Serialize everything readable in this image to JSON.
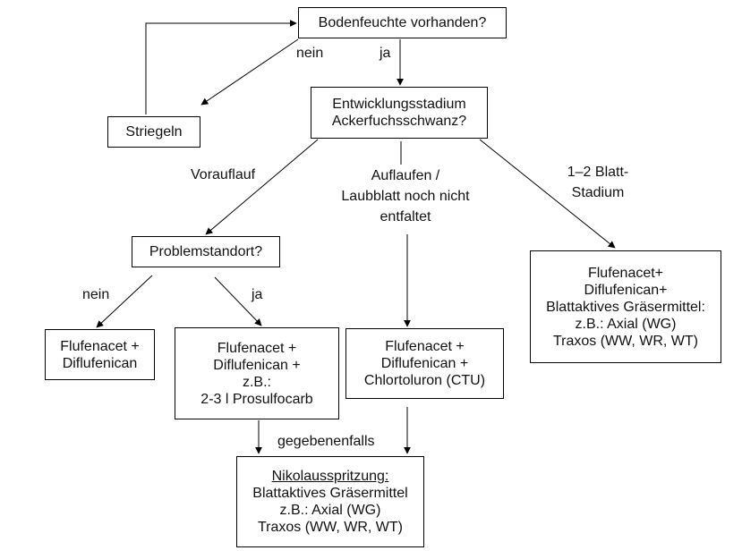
{
  "nodes": {
    "bodenfeuchte": {
      "lines": [
        "Bodenfeuchte vorhanden?"
      ]
    },
    "striegeln": {
      "lines": [
        "Striegeln"
      ]
    },
    "entwicklungsstadium": {
      "lines": [
        "Entwicklungsstadium",
        "Ackerfuchsschwanz?"
      ]
    },
    "problemstandort": {
      "lines": [
        "Problemstandort?"
      ]
    },
    "flufenacet_diflufenican": {
      "lines": [
        "Flufenacet +",
        "Diflufenican"
      ]
    },
    "prosulfocarb": {
      "lines": [
        "Flufenacet +",
        "Diflufenican +",
        "z.B.:",
        "2-3 l Prosulfocarb"
      ]
    },
    "chlortoluron": {
      "lines": [
        "Flufenacet +",
        "Diflufenican +",
        "Chlortoluron (CTU)"
      ]
    },
    "blattstadium": {
      "lines": [
        "Flufenacet+",
        "Diflufenican+",
        "Blattaktives Gräsermittel:",
        "z.B.: Axial (WG)",
        "Traxos (WW, WR, WT)"
      ]
    },
    "nikolausspritzung": {
      "heading": "Nikolausspritzung:",
      "lines": [
        "Blattaktives Gräsermittel",
        "z.B.: Axial (WG)",
        "Traxos (WW, WR, WT)"
      ]
    }
  },
  "edge_labels": {
    "nein_top": "nein",
    "ja_top": "ja",
    "vorauflauf": [
      "Vorauflauf"
    ],
    "auflaufen": [
      "Auflaufen /",
      "Laubblatt noch nicht",
      "entfaltet"
    ],
    "blatt_stadium": [
      "1–2 Blatt-",
      "Stadium"
    ],
    "nein_problem": "nein",
    "ja_problem": "ja",
    "gegebenenfalls": "gegebenenfalls"
  },
  "colors": {
    "line": "#000000",
    "text": "#111111",
    "background": "#ffffff"
  }
}
